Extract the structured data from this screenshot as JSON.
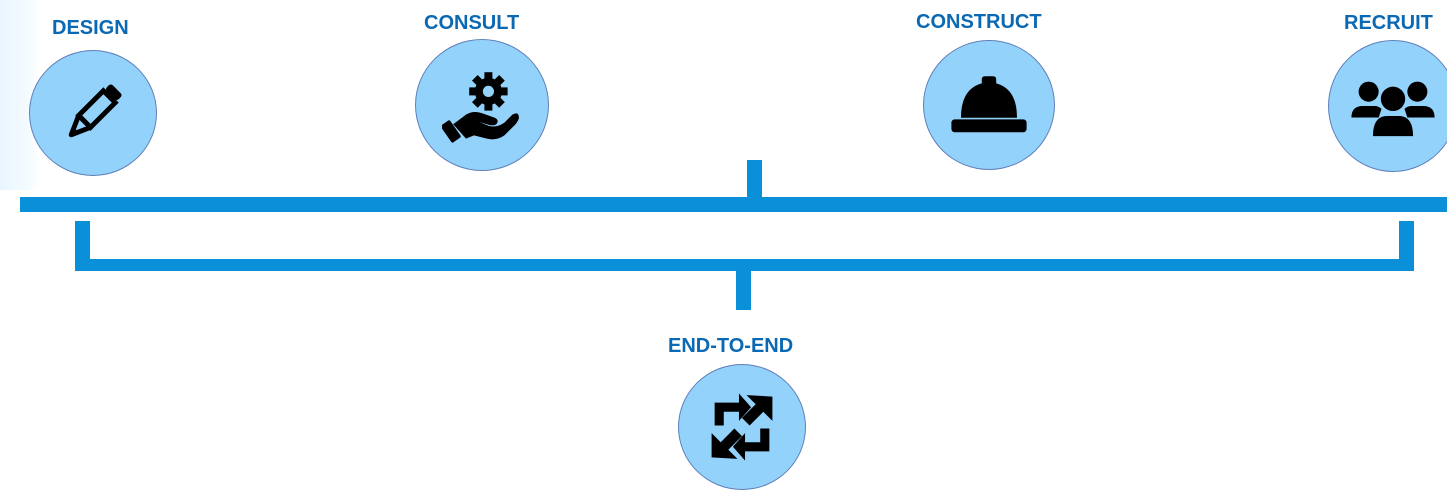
{
  "diagram": {
    "steps": [
      {
        "label": "DESIGN",
        "icon": "pencil-icon"
      },
      {
        "label": "CONSULT",
        "icon": "gear-in-hand-icon"
      },
      {
        "label": "CONSTRUCT",
        "icon": "hard-hat-icon"
      },
      {
        "label": "RECRUIT",
        "icon": "people-group-icon"
      }
    ],
    "result": {
      "label": "END-TO-END",
      "icon": "refresh-cycle-icon"
    }
  },
  "colors": {
    "connector": "#0a8fd9",
    "label_text": "#0b69b3",
    "node_fill": "#93d2fb",
    "node_border": "#5f7fba",
    "icon": "#000000"
  }
}
